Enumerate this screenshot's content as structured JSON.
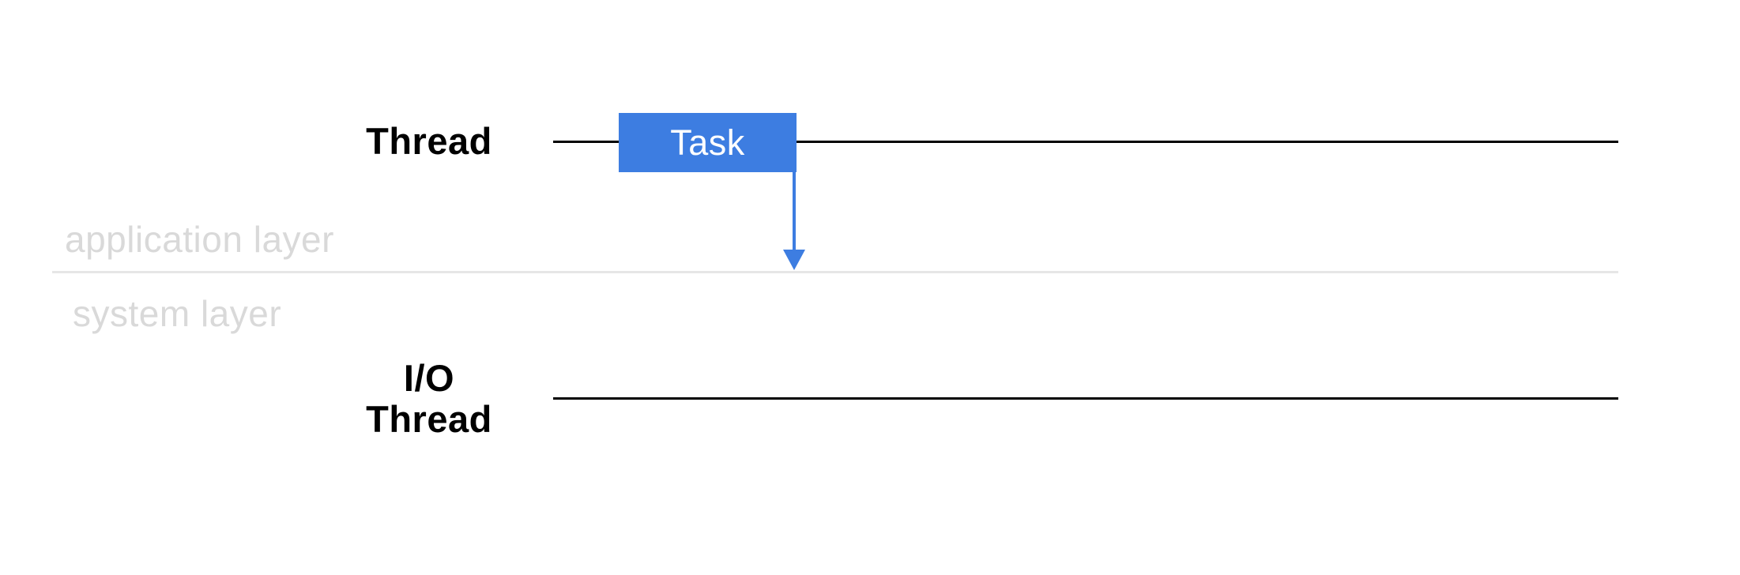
{
  "diagram": {
    "colors": {
      "accent_blue": "#3d7de1",
      "line_black": "#000000",
      "divider_gray": "#e6e6e6",
      "label_gray": "#d9d9d9",
      "background": "#ffffff",
      "task_text": "#ffffff"
    },
    "application_layer_label": "application layer",
    "system_layer_label": "system layer",
    "thread_label": "Thread",
    "task_label": "Task",
    "io_thread_label_line1": "I/O",
    "io_thread_label_line2": "Thread"
  }
}
